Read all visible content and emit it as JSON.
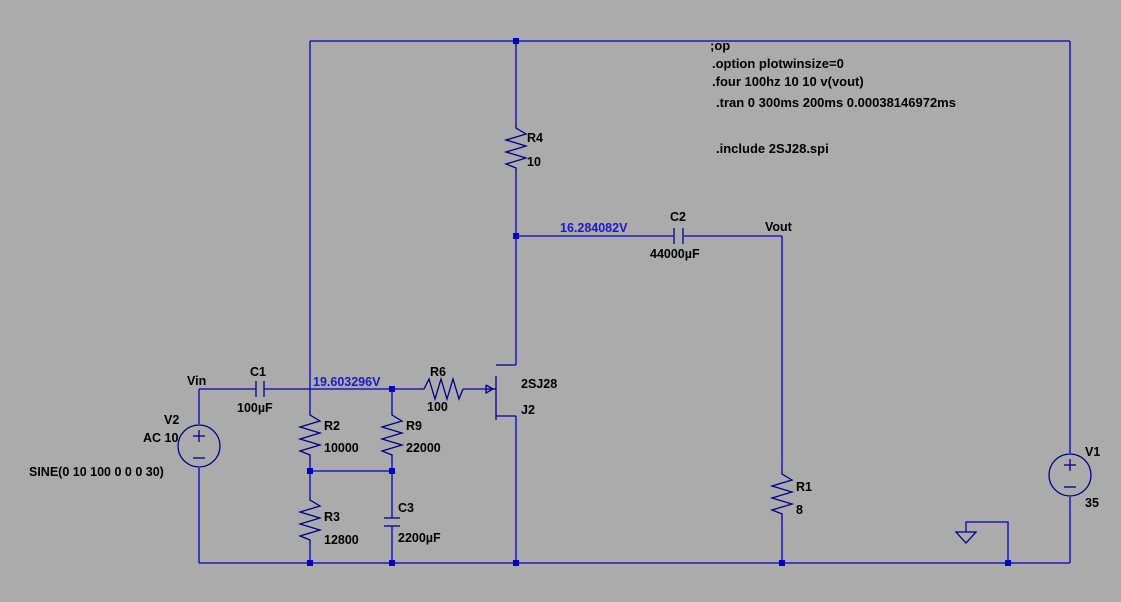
{
  "directives": {
    "op": ";op",
    "option": ".option plotwinsize=0",
    "four": ".four 100hz 10 10 v(vout)",
    "tran": ".tran 0 300ms 200ms 0.00038146972ms",
    "include": ".include 2SJ28.spi"
  },
  "net_labels": {
    "vin": "Vin",
    "vout": "Vout"
  },
  "probe_voltages": {
    "drain": "16.284082V",
    "gate_bias": "19.603296V"
  },
  "components": {
    "r4": {
      "name": "R4",
      "value": "10"
    },
    "c2": {
      "name": "C2",
      "value": "44000µF"
    },
    "c1": {
      "name": "C1",
      "value": "100µF"
    },
    "r6": {
      "name": "R6",
      "value": "100"
    },
    "j2": {
      "model": "2SJ28",
      "name": "J2"
    },
    "v2": {
      "name": "V2",
      "ac": "AC 10",
      "source": "SINE(0 10 100 0 0 0 30)"
    },
    "r2": {
      "name": "R2",
      "value": "10000"
    },
    "r9": {
      "name": "R9",
      "value": "22000"
    },
    "r3": {
      "name": "R3",
      "value": "12800"
    },
    "c3": {
      "name": "C3",
      "value": "2200µF"
    },
    "r1": {
      "name": "R1",
      "value": "8"
    },
    "v1": {
      "name": "V1",
      "value": "35"
    }
  },
  "colors": {
    "background": "#ababab",
    "wire": "#0000c8",
    "component": "#00008b",
    "probe_text": "#1a1acc",
    "label_text": "#000000"
  },
  "icons": {
    "ground": "ground-symbol",
    "voltage_source": "voltage-source-symbol"
  }
}
